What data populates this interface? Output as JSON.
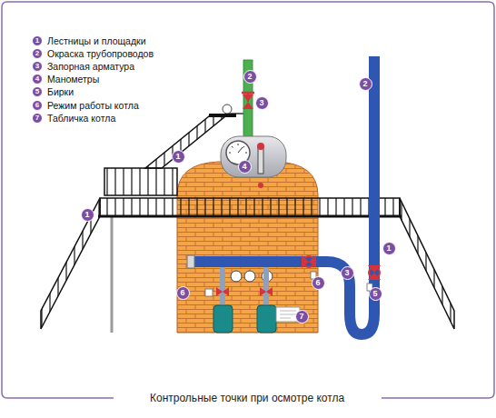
{
  "diagram": {
    "caption": "Контрольные точки при осмотре котла",
    "labels": [
      "1",
      "2",
      "3",
      "4",
      "5",
      "6",
      "7",
      "2",
      "3",
      "2",
      "1",
      "4",
      "1",
      "1",
      "3",
      "6",
      "6",
      "5",
      "7"
    ],
    "legend": [
      {
        "text": "Лестницы и площадки"
      },
      {
        "text": "Окраска трубопроводов"
      },
      {
        "text": "Запорная арматура"
      },
      {
        "text": "Манометры"
      },
      {
        "text": "Бирки"
      },
      {
        "text": "Режим работы котла"
      },
      {
        "text": "Табличка котла"
      }
    ]
  }
}
